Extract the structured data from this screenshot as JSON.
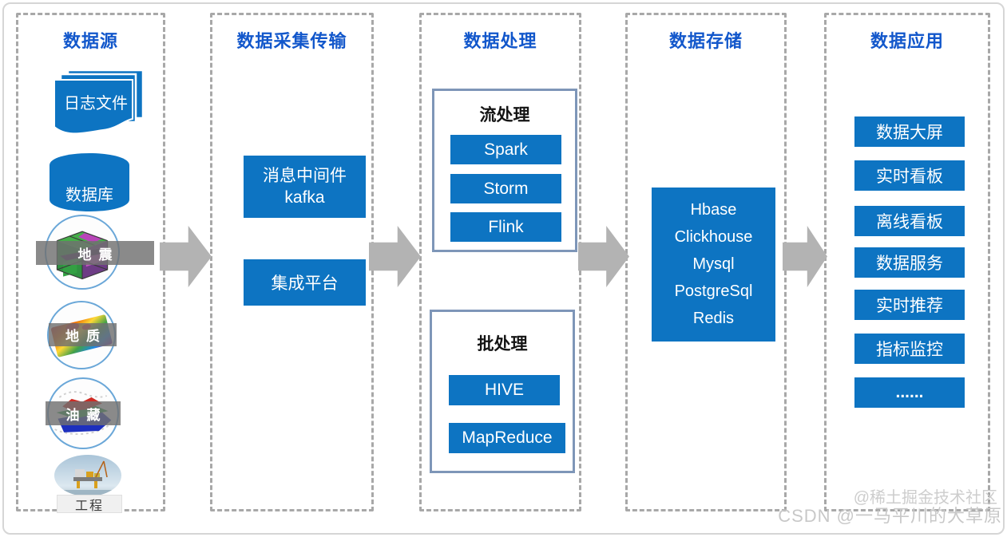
{
  "diagram": {
    "columns": [
      {
        "title": "数据源",
        "log_file_label": "日志文件",
        "database_label": "数据库",
        "circles": [
          {
            "label": "地震"
          },
          {
            "label": "地质"
          },
          {
            "label": "油藏"
          },
          {
            "label": "工程"
          }
        ]
      },
      {
        "title": "数据采集传输",
        "kafka_line1": "消息中间件",
        "kafka_line2": "kafka",
        "platform_label": "集成平台"
      },
      {
        "title": "数据处理",
        "stream": {
          "title": "流处理",
          "items": [
            "Spark",
            "Storm",
            "Flink"
          ]
        },
        "batch": {
          "title": "批处理",
          "items": [
            "HIVE",
            "MapReduce"
          ]
        }
      },
      {
        "title": "数据存储",
        "stores": [
          "Hbase",
          "Clickhouse",
          "Mysql",
          "PostgreSql",
          "Redis"
        ]
      },
      {
        "title": "数据应用",
        "apps": [
          "数据大屏",
          "实时看板",
          "离线看板",
          "数据服务",
          "实时推荐",
          "指标监控",
          "......"
        ]
      }
    ],
    "watermark": {
      "line1": "@稀土掘金技术社区",
      "line2": "CSDN @一马平川的大草原"
    },
    "colors": {
      "accent_blue": "#0d74c2",
      "header_blue": "#1257cb",
      "arrow_gray": "#b3b3b3",
      "dashed_border_gray": "#a8a8a8",
      "frame_steel_blue": "#7e96b8"
    }
  }
}
